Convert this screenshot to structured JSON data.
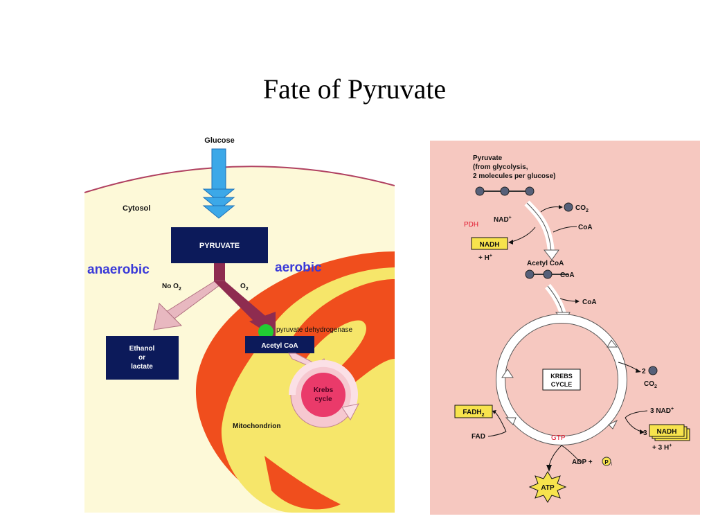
{
  "title": "Fate of Pyruvate",
  "left_figure": {
    "glucose": "Glucose",
    "cytosol": "Cytosol",
    "pyruvate": "Pyruvate",
    "anaerobic": "anaerobic",
    "aerobic": "aerobic",
    "no_o2": "No O",
    "o2": "O",
    "o2_sub": "2",
    "pdh_label": "pyruvate dehydrogenase",
    "acetyl_coa": "Acetyl CoA",
    "ethanol_1": "Ethanol",
    "ethanol_2": "or",
    "ethanol_3": "lactate",
    "krebs_1": "Krebs",
    "krebs_2": "cycle",
    "mitochondrion": "Mitochondrion"
  },
  "right_figure": {
    "pyruvate_1": "Pyruvate",
    "pyruvate_2": "(from glycolysis,",
    "pyruvate_3": "2 molecules per glucose)",
    "pdh": "PDH",
    "nad_plus": "NAD",
    "co2": "CO",
    "sub2": "2",
    "coa": "CoA",
    "nadh": "NADH",
    "h_plus": "+ H",
    "acetyl_coa": "Acetyl CoA",
    "coa2": "CoA",
    "coa_out": "CoA",
    "krebs_1": "Krebs",
    "krebs_2": "cycle",
    "co2_count": "2",
    "fadh2": "FADH",
    "fad": "FAD",
    "gtp": "GTP",
    "three_nad": "3 NAD",
    "three": "3",
    "nadh2": "NADH",
    "three_h": "+ 3 H",
    "adp": "ADP +",
    "pi": "P",
    "pi_sub": "i",
    "atp": "ATP"
  }
}
